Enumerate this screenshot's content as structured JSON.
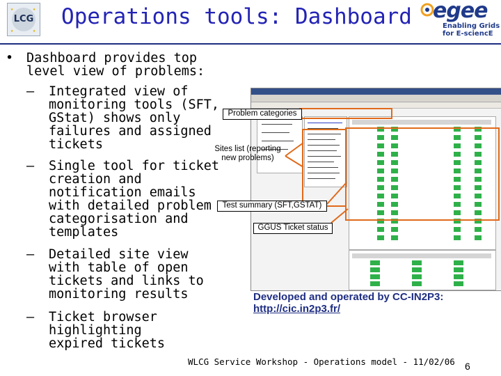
{
  "header": {
    "title": "Operations tools: Dashboard",
    "left_logo_text": "LCG",
    "right_logo_word": "egee",
    "right_logo_tagline_1": "Enabling Grids",
    "right_logo_tagline_2": "for E-sciencE"
  },
  "bullets": {
    "main_marker": "•",
    "main": "Dashboard provides top level view of problems:",
    "dash_marker": "–",
    "sub": [
      "Integrated view of monitoring tools (SFT, GStat) shows only failures and assigned tickets",
      "Single tool for ticket creation and notification emails with detailed problem categorisation and templates",
      "Detailed site view with table of open tickets and links to monitoring results",
      "Ticket browser highlighting expired tickets"
    ]
  },
  "callouts": {
    "problem_categories": "Problem categories",
    "sites_list": "Sites list (reporting new problems)",
    "test_summary": "Test summary (SFT,GSTAT)",
    "ggus_status": "GGUS Ticket status"
  },
  "credit": {
    "line": "Developed and operated by CC-IN2P3:",
    "link": "http://cic.in2p3.fr/"
  },
  "footer": {
    "text": "WLCG Service Workshop - Operations model - 11/02/06",
    "page_number": "6"
  },
  "colors": {
    "title": "#2323b5",
    "header_rule": "#1e2d82",
    "highlight_box": "#e06a1a",
    "status_green": "#2fb14a"
  }
}
